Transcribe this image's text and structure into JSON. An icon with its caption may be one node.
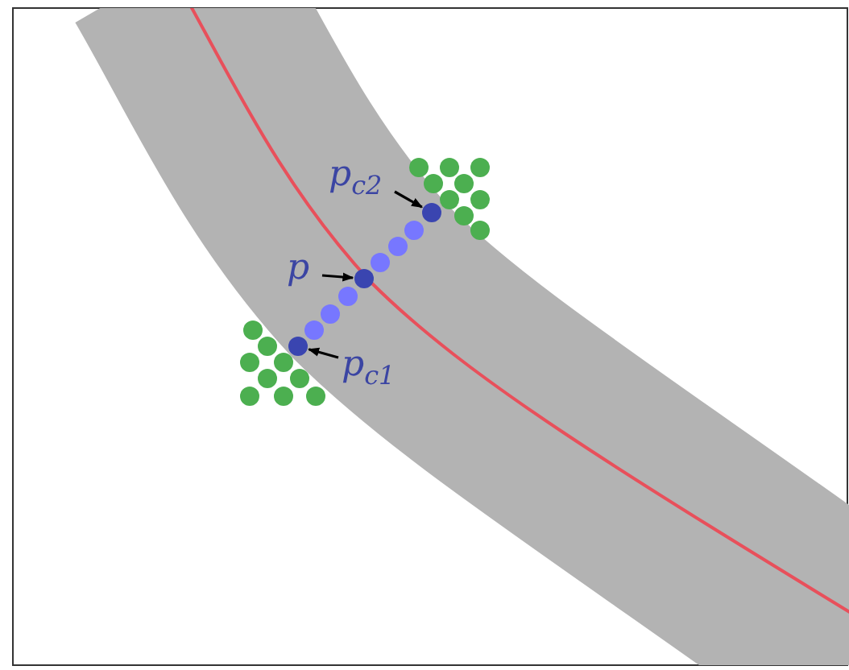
{
  "diagram": {
    "nodes": [
      {
        "text": [
          "p$_{c2}$"
        ]
      },
      {
        "text": [],
        "shape": "circle"
      },
      {
        "text": [
          "p"
        ]
      },
      {
        "text": [],
        "shape": "circle"
      },
      {
        "text": [
          "p$_{c1}$"
        ]
      },
      {
        "text": [],
        "shape": "circle"
      }
    ],
    "edges": [
      {
        "from": 0,
        "to": 1,
        "arrow": "to"
      },
      {
        "from": 2,
        "to": 3,
        "arrow": "to"
      },
      {
        "from": 4,
        "to": 5,
        "arrow": "to"
      }
    ]
  }
}
